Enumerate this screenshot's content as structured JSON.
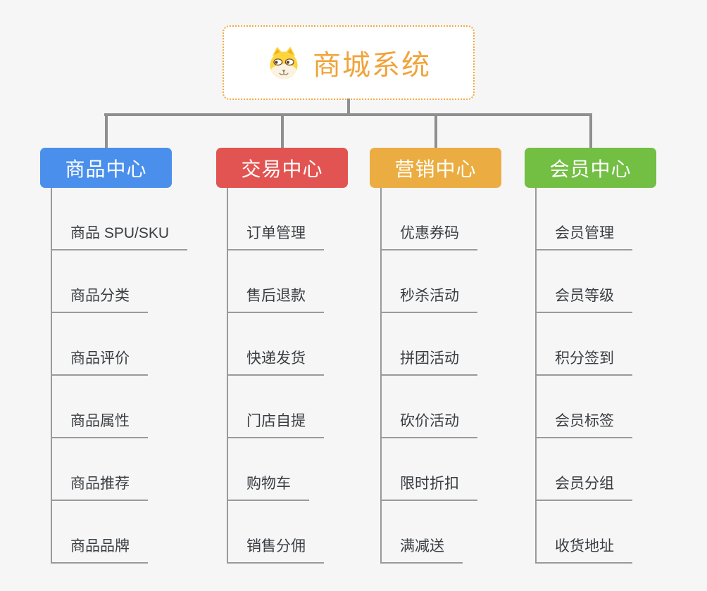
{
  "root": {
    "title": "商城系统",
    "icon": "dog-face-icon"
  },
  "branches": [
    {
      "label": "商品中心",
      "color": "#4a8fec",
      "items": [
        "商品 SPU/SKU",
        "商品分类",
        "商品评价",
        "商品属性",
        "商品推荐",
        "商品品牌"
      ]
    },
    {
      "label": "交易中心",
      "color": "#e25451",
      "items": [
        "订单管理",
        "售后退款",
        "快递发货",
        "门店自提",
        "购物车",
        "销售分佣"
      ]
    },
    {
      "label": "营销中心",
      "color": "#ebad41",
      "items": [
        "优惠券码",
        "秒杀活动",
        "拼团活动",
        "砍价活动",
        "限时折扣",
        "满减送"
      ]
    },
    {
      "label": "会员中心",
      "color": "#72bf43",
      "items": [
        "会员管理",
        "会员等级",
        "积分签到",
        "会员标签",
        "会员分组",
        "收货地址"
      ]
    }
  ],
  "colors": {
    "background": "#f6f6f6",
    "root_accent": "#f0a43c",
    "connector": "#8f8f8f",
    "item_line": "#9a9a9a",
    "item_text": "#3a3e42"
  }
}
